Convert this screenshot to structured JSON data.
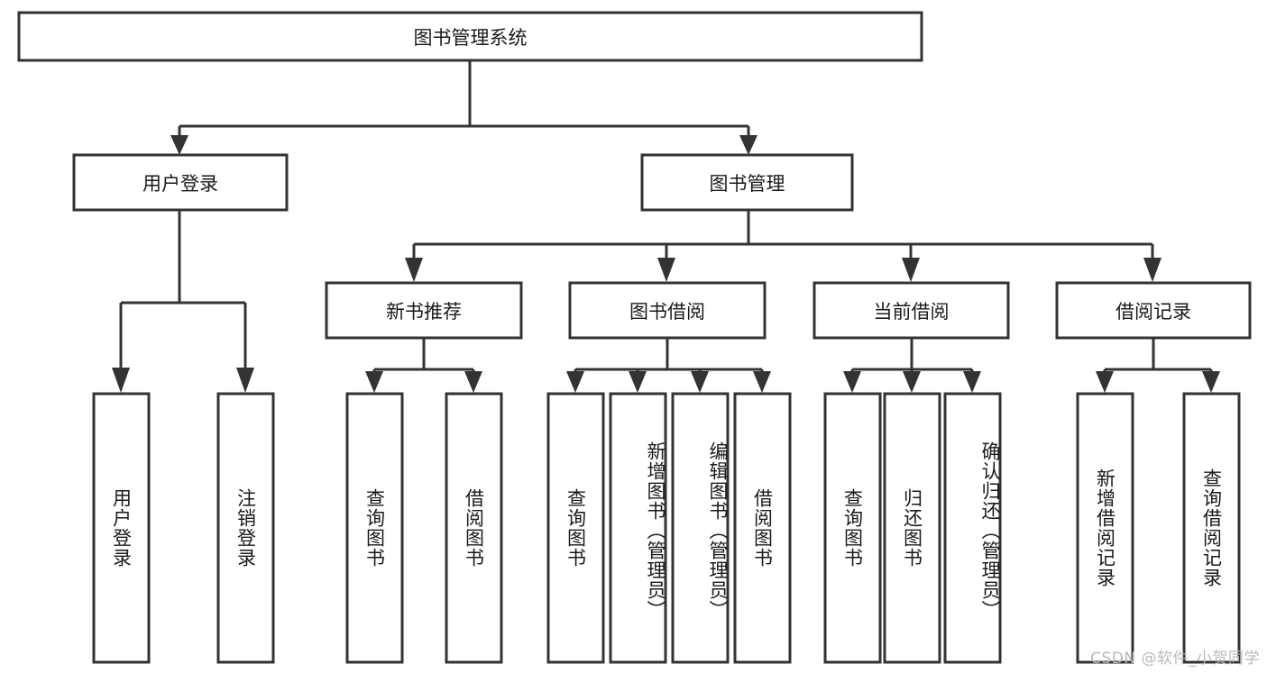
{
  "diagram": {
    "title": "图书管理系统",
    "type": "tree-hierarchy-diagram",
    "theme": {
      "background": "#ffffff",
      "stroke": "#333333",
      "node_fill": "#ffffff",
      "text": "#1a1a1a",
      "watermark": "#b9b9b9"
    },
    "nodes": {
      "root": {
        "label": "图书管理系统",
        "orientation": "horizontal",
        "level": 0
      },
      "user_login": {
        "label": "用户登录",
        "orientation": "horizontal",
        "level": 1
      },
      "book_manage": {
        "label": "图书管理",
        "orientation": "horizontal",
        "level": 1
      },
      "new_book_rec": {
        "label": "新书推荐",
        "orientation": "horizontal",
        "level": 2
      },
      "book_borrow": {
        "label": "图书借阅",
        "orientation": "horizontal",
        "level": 2
      },
      "current_borrow": {
        "label": "当前借阅",
        "orientation": "horizontal",
        "level": 2
      },
      "borrow_record": {
        "label": "借阅记录",
        "orientation": "horizontal",
        "level": 2
      },
      "leaf_user_login": {
        "label": "用户登录",
        "orientation": "vertical",
        "level": 3
      },
      "leaf_logout": {
        "label": "注销登录",
        "orientation": "vertical",
        "level": 3
      },
      "leaf_query_book_1": {
        "label": "查询图书",
        "orientation": "vertical",
        "level": 3
      },
      "leaf_borrow_book_1": {
        "label": "借阅图书",
        "orientation": "vertical",
        "level": 3
      },
      "leaf_query_book_2": {
        "label": "查询图书",
        "orientation": "vertical",
        "level": 3
      },
      "leaf_add_book": {
        "label": "新增图书（管理员）",
        "orientation": "vertical",
        "level": 3
      },
      "leaf_edit_book": {
        "label": "编辑图书（管理员）",
        "orientation": "vertical",
        "level": 3
      },
      "leaf_borrow_book_2": {
        "label": "借阅图书",
        "orientation": "vertical",
        "level": 3
      },
      "leaf_query_book_3": {
        "label": "查询图书",
        "orientation": "vertical",
        "level": 3
      },
      "leaf_return_book": {
        "label": "归还图书",
        "orientation": "vertical",
        "level": 3
      },
      "leaf_confirm_return": {
        "label": "确认归还（管理员）",
        "orientation": "vertical",
        "level": 3
      },
      "leaf_add_record": {
        "label": "新增借阅记录",
        "orientation": "vertical",
        "level": 3
      },
      "leaf_query_record": {
        "label": "查询借阅记录",
        "orientation": "vertical",
        "level": 3
      }
    },
    "edges": [
      {
        "from": "root",
        "to": "user_login"
      },
      {
        "from": "root",
        "to": "book_manage"
      },
      {
        "from": "user_login",
        "to": "leaf_user_login"
      },
      {
        "from": "user_login",
        "to": "leaf_logout"
      },
      {
        "from": "book_manage",
        "to": "new_book_rec"
      },
      {
        "from": "book_manage",
        "to": "book_borrow"
      },
      {
        "from": "book_manage",
        "to": "current_borrow"
      },
      {
        "from": "book_manage",
        "to": "borrow_record"
      },
      {
        "from": "new_book_rec",
        "to": "leaf_query_book_1"
      },
      {
        "from": "new_book_rec",
        "to": "leaf_borrow_book_1"
      },
      {
        "from": "book_borrow",
        "to": "leaf_query_book_2"
      },
      {
        "from": "book_borrow",
        "to": "leaf_add_book"
      },
      {
        "from": "book_borrow",
        "to": "leaf_edit_book"
      },
      {
        "from": "book_borrow",
        "to": "leaf_borrow_book_2"
      },
      {
        "from": "current_borrow",
        "to": "leaf_query_book_3"
      },
      {
        "from": "current_borrow",
        "to": "leaf_return_book"
      },
      {
        "from": "current_borrow",
        "to": "leaf_confirm_return"
      },
      {
        "from": "borrow_record",
        "to": "leaf_add_record"
      },
      {
        "from": "borrow_record",
        "to": "leaf_query_record"
      }
    ]
  },
  "watermark": {
    "text": "CSDN @软件_小贺同学"
  }
}
